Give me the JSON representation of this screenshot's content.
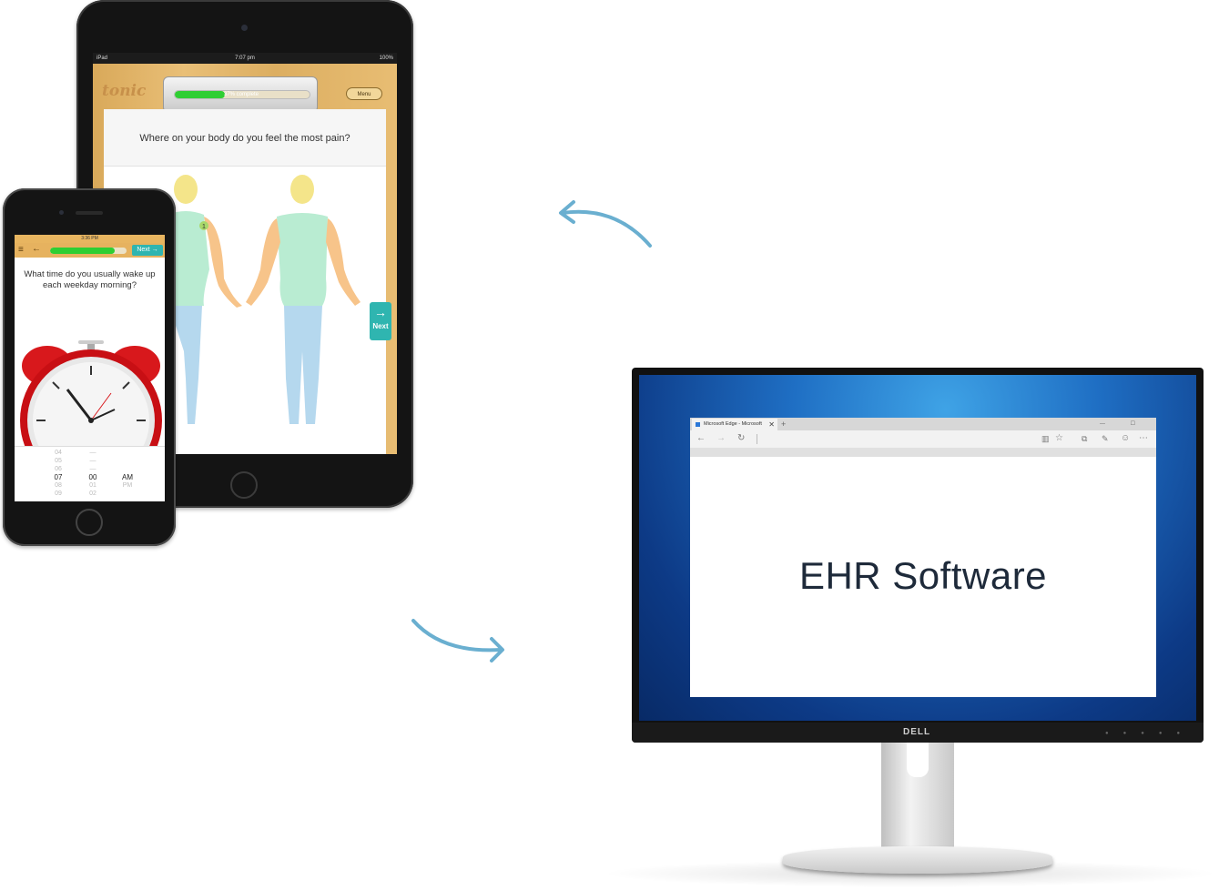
{
  "ipad": {
    "status": {
      "left": "iPad",
      "time": "7:07 pm",
      "battery": "100%"
    },
    "logo": "tonic",
    "progress_percent": 37,
    "progress_label": "37% complete",
    "menu_label": "Menu",
    "question": "Where on your body do you feel the most pain?",
    "next_label": "Next",
    "marker_label": "1"
  },
  "iphone": {
    "status_time": "3:36 PM",
    "progress_percent": 85,
    "next_label": "Next",
    "question": "What time do you usually wake up each weekday morning?",
    "picker": {
      "hours": [
        "04",
        "05",
        "06",
        "07",
        "08",
        "09"
      ],
      "minutes": [
        "—",
        "—",
        "—",
        "00",
        "01",
        "02"
      ],
      "period": [
        "",
        "",
        "",
        "AM",
        "PM",
        ""
      ],
      "selected_hour": "07",
      "selected_minute": "00",
      "selected_period": "AM"
    }
  },
  "monitor": {
    "brand": "DELL",
    "browser": {
      "tab_title": "Microsoft Edge - Microsoft",
      "tab_close": "✕",
      "new_tab": "+",
      "window_controls": "— ☐ ✕"
    },
    "content_title": "EHR Software"
  },
  "colors": {
    "arrow": "#6aafd0",
    "teal": "#2fb5b0",
    "progress": "#2fce33",
    "wood": "#e2b36a"
  }
}
